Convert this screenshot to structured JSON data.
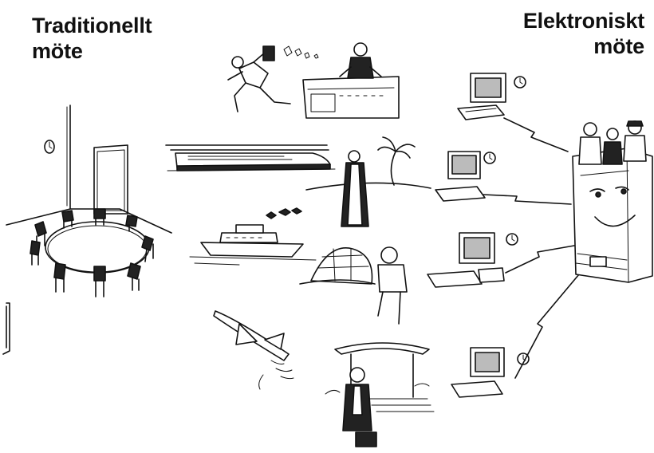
{
  "left_heading": {
    "line1": "Traditionellt",
    "line2": "möte"
  },
  "right_heading": {
    "line1": "Elektroniskt",
    "line2": "möte"
  }
}
